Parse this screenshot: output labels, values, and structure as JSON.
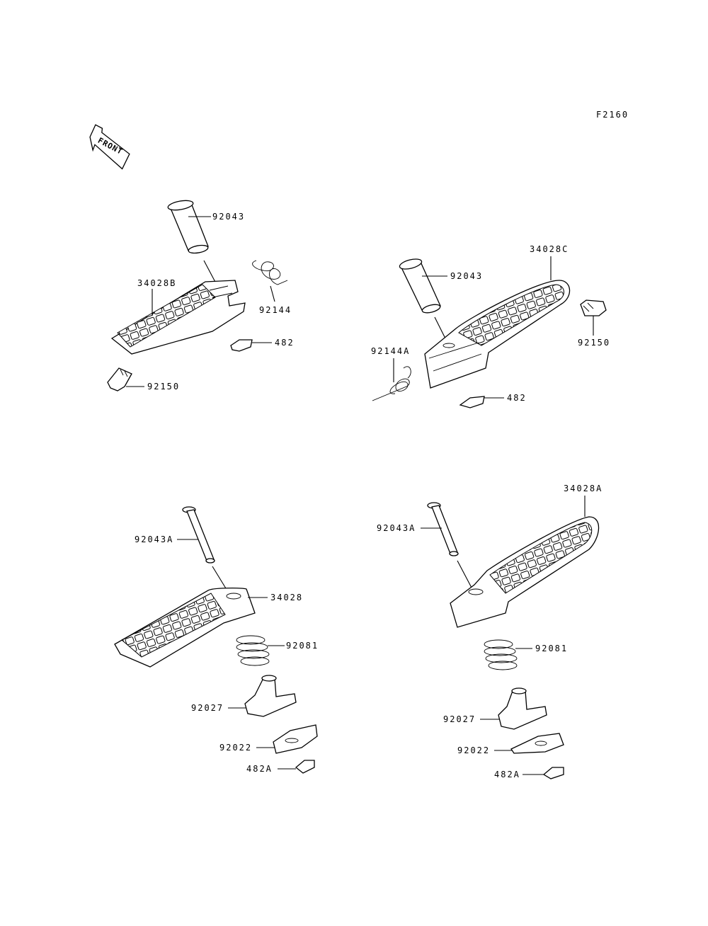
{
  "diagram_id": "F2160",
  "front_label": "FRONT",
  "colors": {
    "ink": "#000000",
    "paper": "#ffffff"
  },
  "groups": [
    {
      "name": "upper-left-footpeg",
      "labels": [
        "92043",
        "34028B",
        "92144",
        "482",
        "92150"
      ]
    },
    {
      "name": "upper-right-footpeg",
      "labels": [
        "34028C",
        "92043",
        "92144A",
        "92150",
        "482"
      ]
    },
    {
      "name": "lower-left-footpeg",
      "labels": [
        "92043A",
        "34028",
        "92081",
        "92027",
        "92022",
        "482A"
      ]
    },
    {
      "name": "lower-right-footpeg",
      "labels": [
        "34028A",
        "92043A",
        "92081",
        "92027",
        "92022",
        "482A"
      ]
    }
  ]
}
